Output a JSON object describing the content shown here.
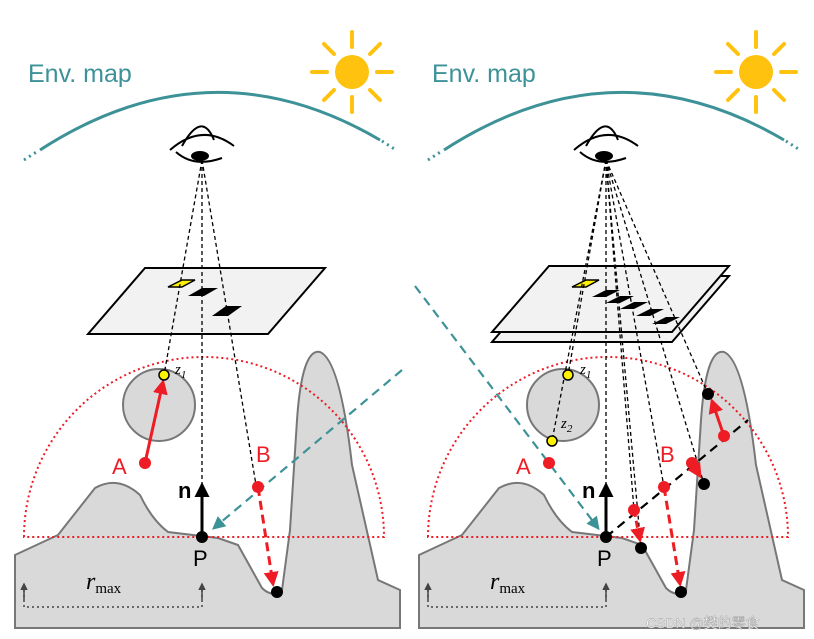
{
  "colors": {
    "env": "#3d9298",
    "red": "#ee1c24",
    "sun": "#ffc20e",
    "terrain_fill": "#d9d9d9",
    "terrain_stroke": "#777777",
    "plane_fill": "#f2f2f2",
    "yellow_pt": "#fff200"
  },
  "icons": [
    "sun-icon",
    "eye-icon"
  ],
  "left": {
    "env_label": "Env. map",
    "z1": "z",
    "z1_sub": "1",
    "point_a": "A",
    "point_b": "B",
    "normal": "n",
    "point_p": "P",
    "r_label": "r",
    "r_sub": "max"
  },
  "right": {
    "env_label": "Env. map",
    "z1": "z",
    "z1_sub": "1",
    "z2": "z",
    "z2_sub": "2",
    "point_a": "A",
    "point_b": "B",
    "normal": "n",
    "point_p": "P",
    "r_label": "r",
    "r_sub": "max"
  },
  "watermark": "CSDN @樊的零食"
}
